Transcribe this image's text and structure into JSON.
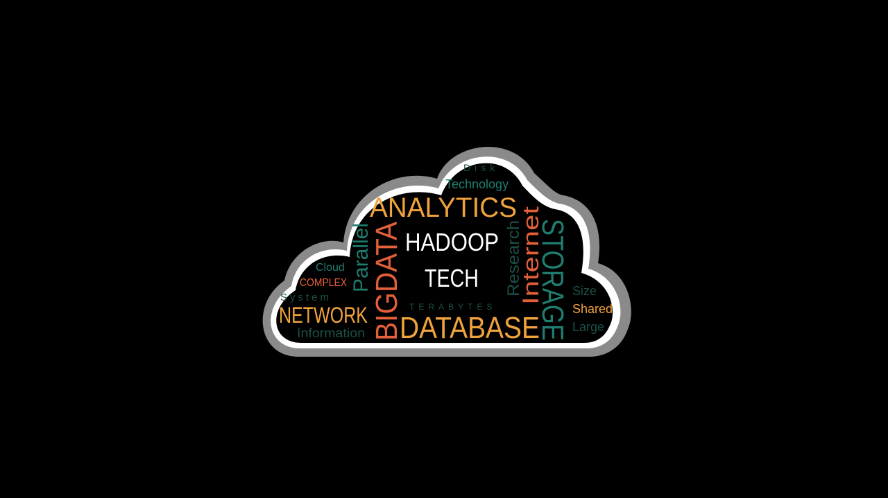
{
  "colors": {
    "background": "#000000",
    "cloud_outer_ring": "#8a8a8a",
    "cloud_inner_ring": "#ffffff",
    "cloud_fill": "#000000",
    "orange": "#f0a33c",
    "red_orange": "#e4603a",
    "teal": "#1f7d70",
    "dark_teal": "#1c4f48",
    "white": "#ffffff"
  },
  "words": {
    "disk": "Disk",
    "technology": "Technology",
    "analytics": "ANALYTICS",
    "hadoop": "HADOOP",
    "tech": "TECH",
    "parallel": "Parallel",
    "bigdata": "BIGDATA",
    "research": "Research",
    "internet": "Internet",
    "storage": "STORAGE",
    "cloud": "Cloud",
    "complex": "COMPLEX",
    "system": "System",
    "network": "NETWORK",
    "information": "Information",
    "terabytes": "TERABYTES",
    "database": "DATABASE",
    "size": "Size",
    "shared": "Shared",
    "large": "Large"
  }
}
